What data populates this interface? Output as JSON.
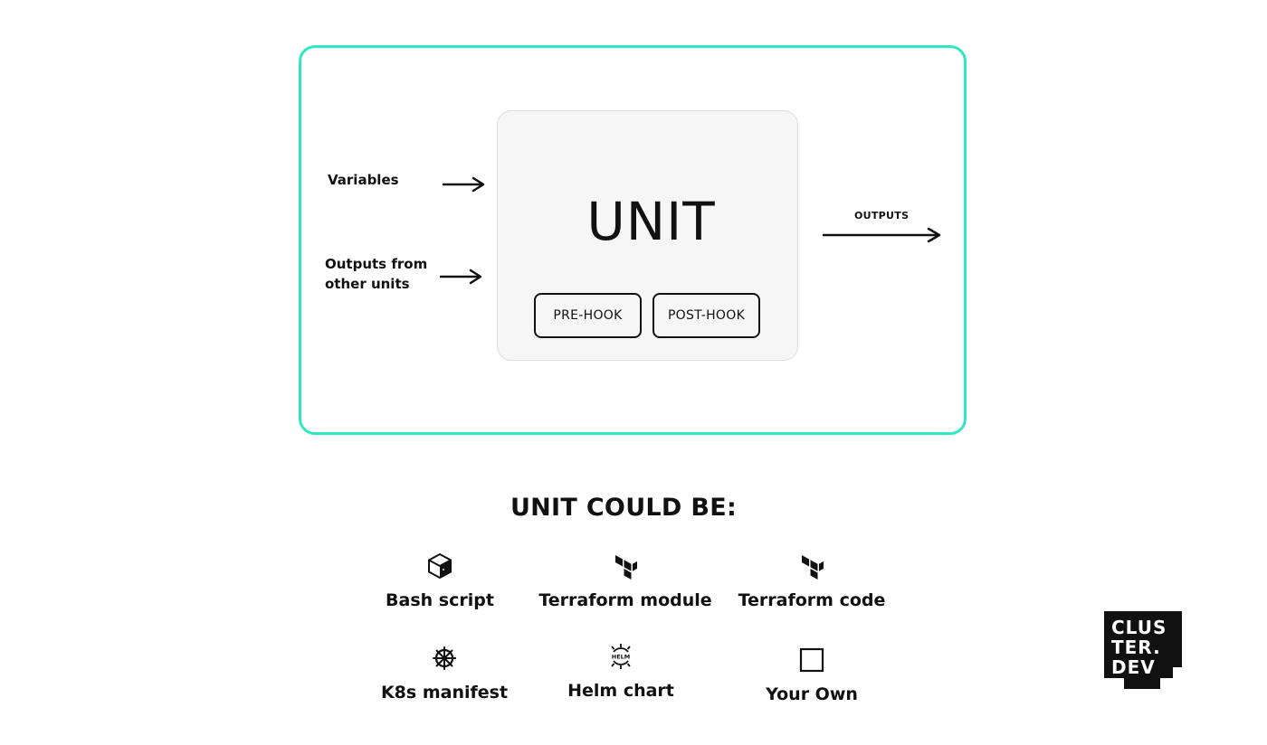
{
  "diagram": {
    "unit_title": "UNIT",
    "pre_hook": "PRE-HOOK",
    "post_hook": "POST-HOOK",
    "inputs": {
      "variables": "Variables",
      "outputs_from_line1": "Outputs from",
      "outputs_from_line2": "other units"
    },
    "output_label": "OUTPUTS",
    "frame_color": "#2fe8c2"
  },
  "could_be": {
    "title": "UNIT COULD BE:",
    "options": [
      {
        "label": "Bash script",
        "icon": "bash-cube-icon"
      },
      {
        "label": "Terraform module",
        "icon": "terraform-icon"
      },
      {
        "label": "Terraform code",
        "icon": "terraform-icon"
      },
      {
        "label": "K8s manifest",
        "icon": "kubernetes-wheel-icon"
      },
      {
        "label": "Helm chart",
        "icon": "helm-icon"
      },
      {
        "label": "Your Own",
        "icon": "empty-square-icon"
      }
    ]
  },
  "logo": {
    "line1": "CLUS",
    "line2": "TER.",
    "line3": "DEV"
  }
}
